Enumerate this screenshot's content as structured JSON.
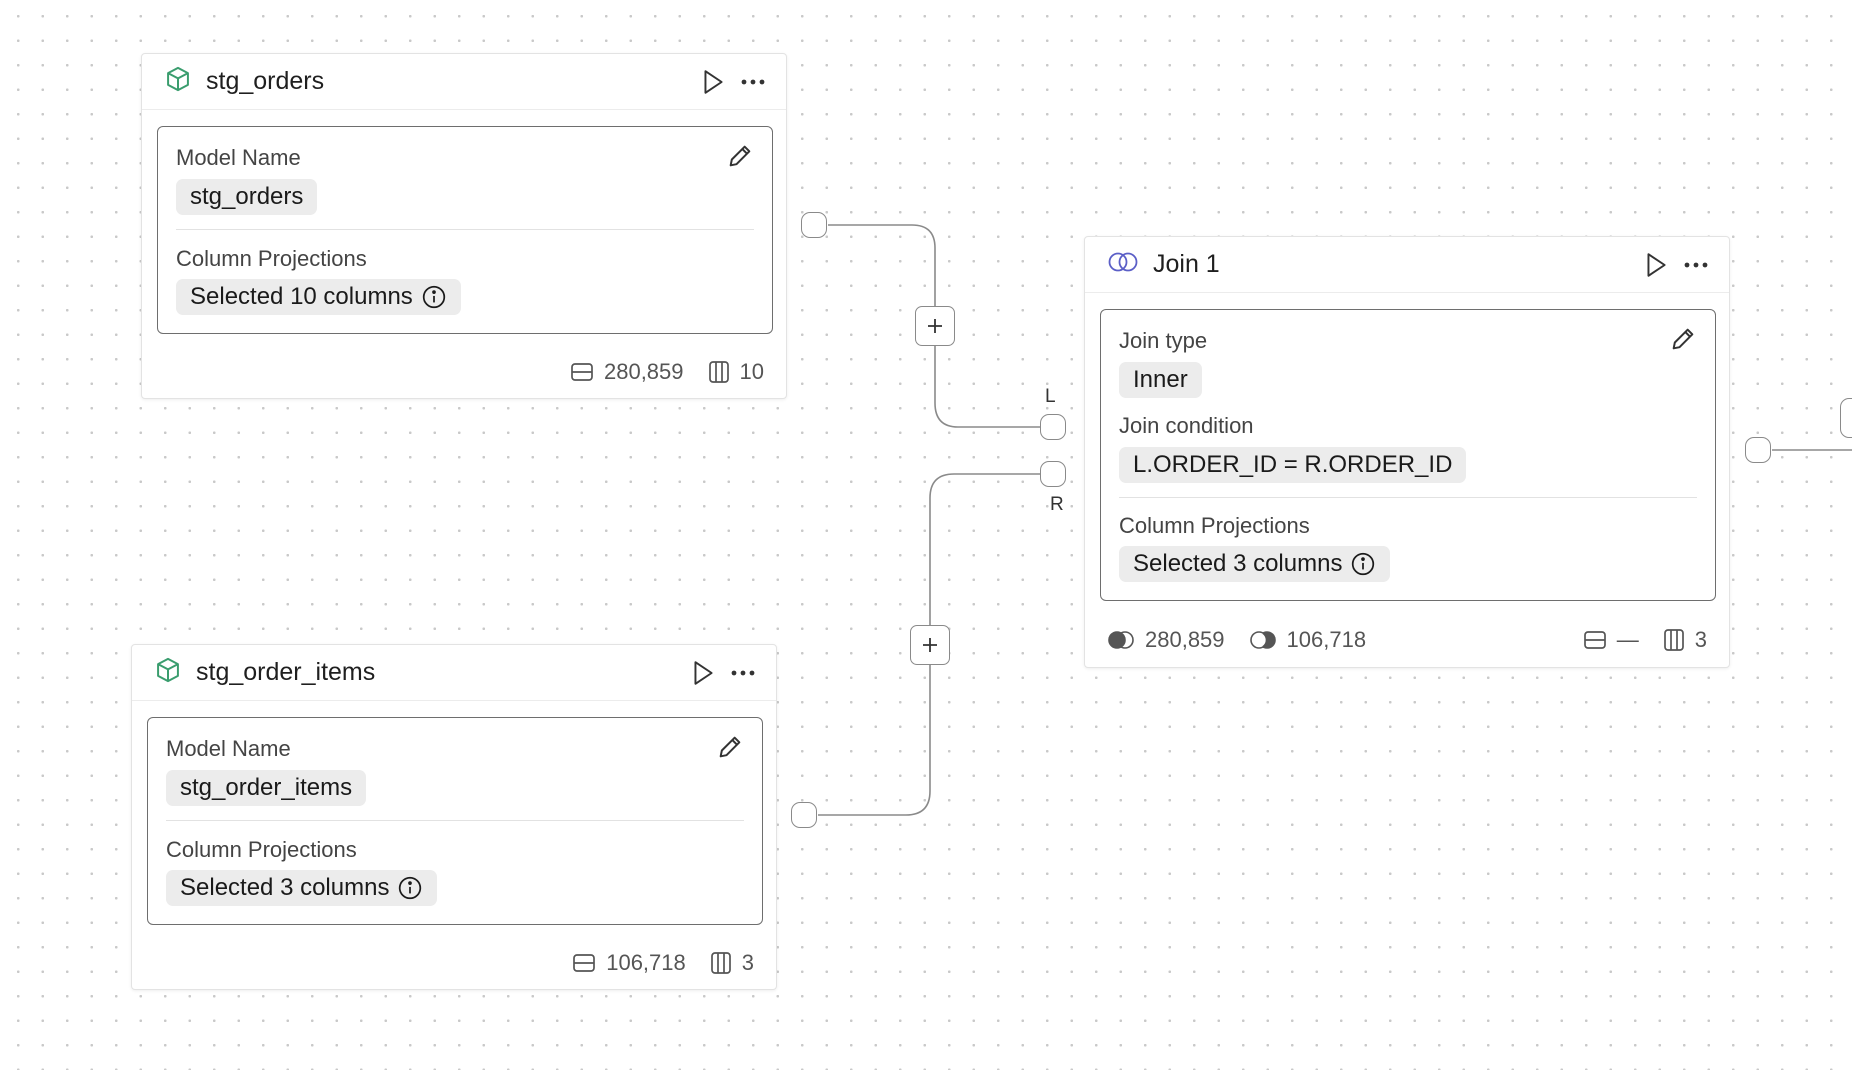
{
  "nodes": {
    "orders": {
      "title": "stg_orders",
      "model_name_label": "Model Name",
      "model_name_value": "stg_orders",
      "projections_label": "Column Projections",
      "projections_value": "Selected 10 columns",
      "row_count": "280,859",
      "column_count": "10"
    },
    "order_items": {
      "title": "stg_order_items",
      "model_name_label": "Model Name",
      "model_name_value": "stg_order_items",
      "projections_label": "Column Projections",
      "projections_value": "Selected 3 columns",
      "row_count": "106,718",
      "column_count": "3"
    },
    "join": {
      "title": "Join 1",
      "join_type_label": "Join type",
      "join_type_value": "Inner",
      "join_condition_label": "Join condition",
      "join_condition_value": "L.ORDER_ID = R.ORDER_ID",
      "projections_label": "Column Projections",
      "projections_value": "Selected 3 columns",
      "left_rows": "280,859",
      "right_rows": "106,718",
      "row_count": "—",
      "column_count": "3"
    }
  },
  "ports": {
    "left_label": "L",
    "right_label": "R"
  },
  "icons": {
    "model": "cube-icon",
    "join": "join-venn-icon",
    "run": "play-icon",
    "more": "more-horizontal-icon",
    "edit": "pencil-icon",
    "info": "info-icon",
    "rows": "rows-icon",
    "columns": "columns-icon",
    "add": "plus-icon"
  },
  "colors": {
    "model_icon": "#3a9d6e",
    "join_icon": "#5b5fc7",
    "edge": "#8a8a8a"
  }
}
